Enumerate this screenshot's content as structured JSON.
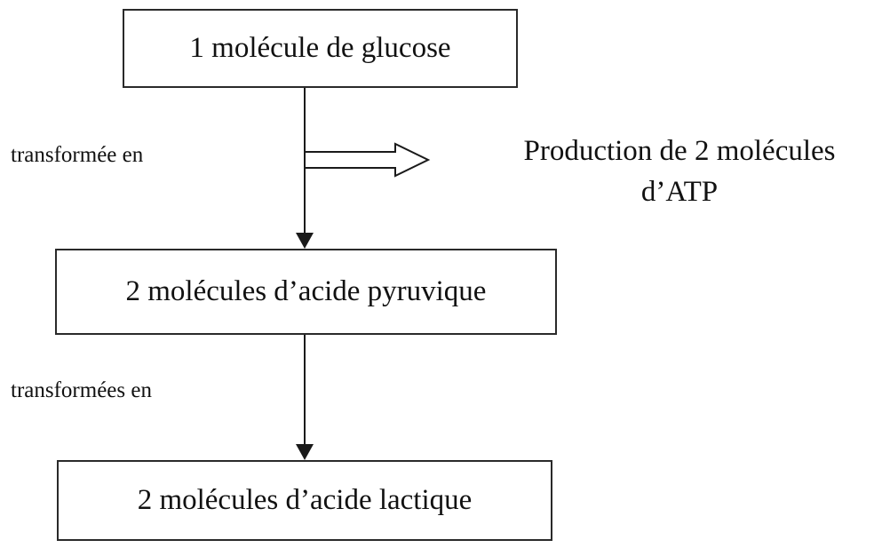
{
  "nodes": {
    "glucose": "1 molécule de glucose",
    "pyruvique": "2 molécules d’acide pyruvique",
    "lactique": "2 molécules d’acide lactique"
  },
  "edges": {
    "first": "transformée en",
    "second": "transformées en"
  },
  "output": {
    "line1": "Production de 2 molécules",
    "line2": "d’ATP"
  }
}
